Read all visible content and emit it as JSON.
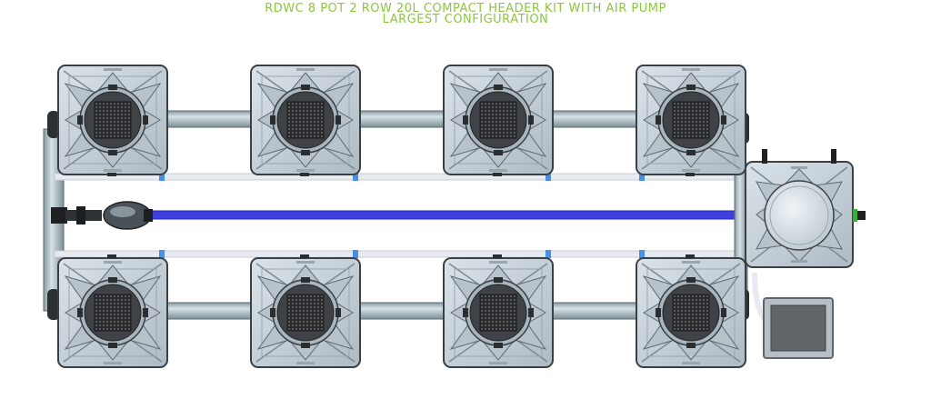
{
  "title": {
    "line1": "RDWC 8 POT 2 ROW 20L COMPACT HEADER KIT WITH AIR PUMP",
    "line2": "LARGEST CONFIGURATION"
  },
  "colors": {
    "title_green": "#8cc63f",
    "pot_body": "#c9d3dc",
    "pot_outline": "#3b4045",
    "pipe": "#a9b8bf",
    "air_line": "#3f3fe0",
    "drip_line": "#e8eaf2",
    "connector_blue": "#4a90e2",
    "net_pot": "#3a3d40",
    "control_box": "#6a6f73"
  },
  "components": {
    "pots_top": [
      "pot-1",
      "pot-2",
      "pot-3",
      "pot-4"
    ],
    "pots_bottom": [
      "pot-5",
      "pot-6",
      "pot-7",
      "pot-8"
    ],
    "header_tank": "control-bucket",
    "air_pump": "air-pump",
    "inline_pump": "inline-pump"
  }
}
